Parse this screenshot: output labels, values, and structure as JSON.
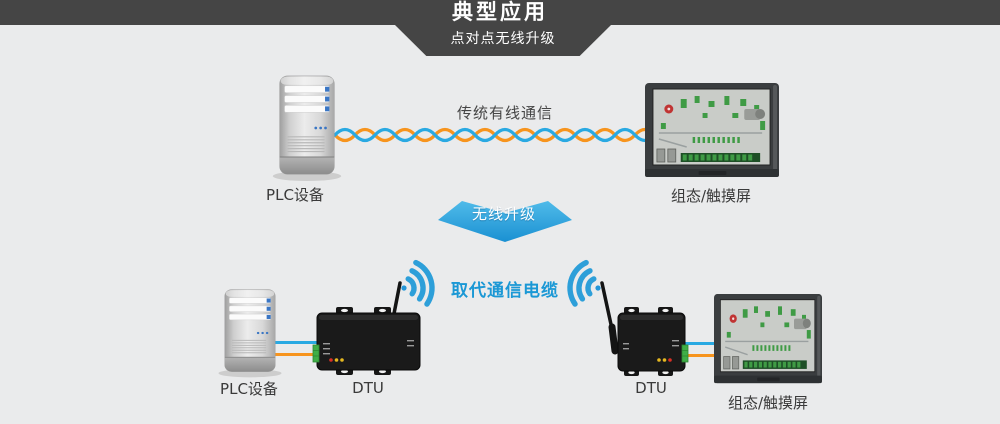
{
  "header": {
    "title": "典型应用",
    "subtitle": "点对点无线升级"
  },
  "top_section": {
    "plc_label": "PLC设备",
    "cable_label": "传统有线通信",
    "hmi_label": "组态/触摸屏"
  },
  "transition": {
    "arrow_label": "无线升级"
  },
  "bottom_section": {
    "plc_label": "PLC设备",
    "dtu_left_label": "DTU",
    "wireless_label": "取代通信电缆",
    "dtu_right_label": "DTU",
    "hmi_label": "组态/触摸屏"
  },
  "colors": {
    "banner_bg": "#454545",
    "page_bg": "#eaebec",
    "cable_blue": "#29a9e2",
    "cable_orange": "#f7941d",
    "arrow_blue_light": "#50bbe9",
    "arrow_blue_dark": "#1a90d2",
    "wifi_blue": "#2d9fd9",
    "wireless_text_blue": "#1b98d5",
    "connector_green": "#3fae47"
  }
}
